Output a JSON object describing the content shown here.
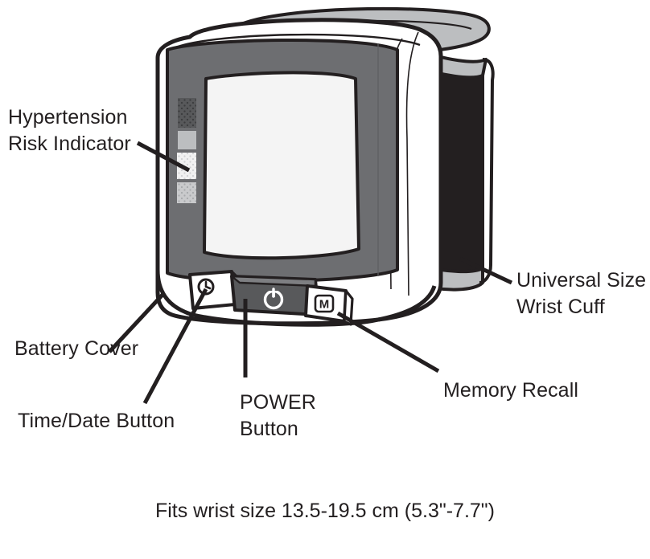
{
  "diagram": {
    "subject": "wrist blood pressure monitor",
    "caption": "Fits wrist size 13.5-19.5 cm (5.3\"-7.7\")",
    "labels": {
      "hypertension": "Hypertension\nRisk Indicator",
      "battery_cover": "Battery Cover",
      "time_date": "Time/Date Button",
      "power": "POWER\nButton",
      "memory": "Memory Recall",
      "cuff": "Universal Size\nWrist Cuff"
    },
    "buttons": {
      "time_date_icon": "clock-icon",
      "power_icon": "power-icon",
      "memory_label": "M"
    },
    "risk_indicator": {
      "segment_count": 4,
      "segments": [
        {
          "name": "segment-1-dark",
          "fill": "#58595b",
          "pattern": "dots"
        },
        {
          "name": "segment-2-light",
          "fill": "#bcbec0",
          "pattern": "none"
        },
        {
          "name": "segment-3-white",
          "fill": "#f1f1f1",
          "pattern": "dots"
        },
        {
          "name": "segment-4-gray",
          "fill": "#c9cacc",
          "pattern": "dots"
        }
      ]
    },
    "colors": {
      "outline": "#231f20",
      "body_gray": "#6d6e71",
      "body_gray_dark": "#58595b",
      "lcd": "#f4f4f4",
      "cuff_dark": "#231f20",
      "cuff_light": "#bcbec0",
      "shell_white": "#ffffff",
      "background": "#ffffff"
    }
  }
}
